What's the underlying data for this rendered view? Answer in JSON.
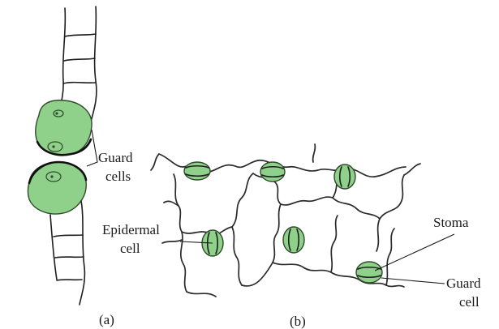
{
  "labels": {
    "guard_cells": [
      "Guard",
      "cells"
    ],
    "epidermal_cell": [
      "Epidermal",
      "cell"
    ],
    "stoma": "Stoma",
    "guard_cell": [
      "Guard",
      "cell"
    ],
    "panel_a": "(a)",
    "panel_b": "(b)"
  },
  "colors": {
    "guard_cell_fill": "#8fd18a",
    "guard_cell_dark": "#5fae5b",
    "outline": "#1e1e1e",
    "background": "#ffffff"
  }
}
